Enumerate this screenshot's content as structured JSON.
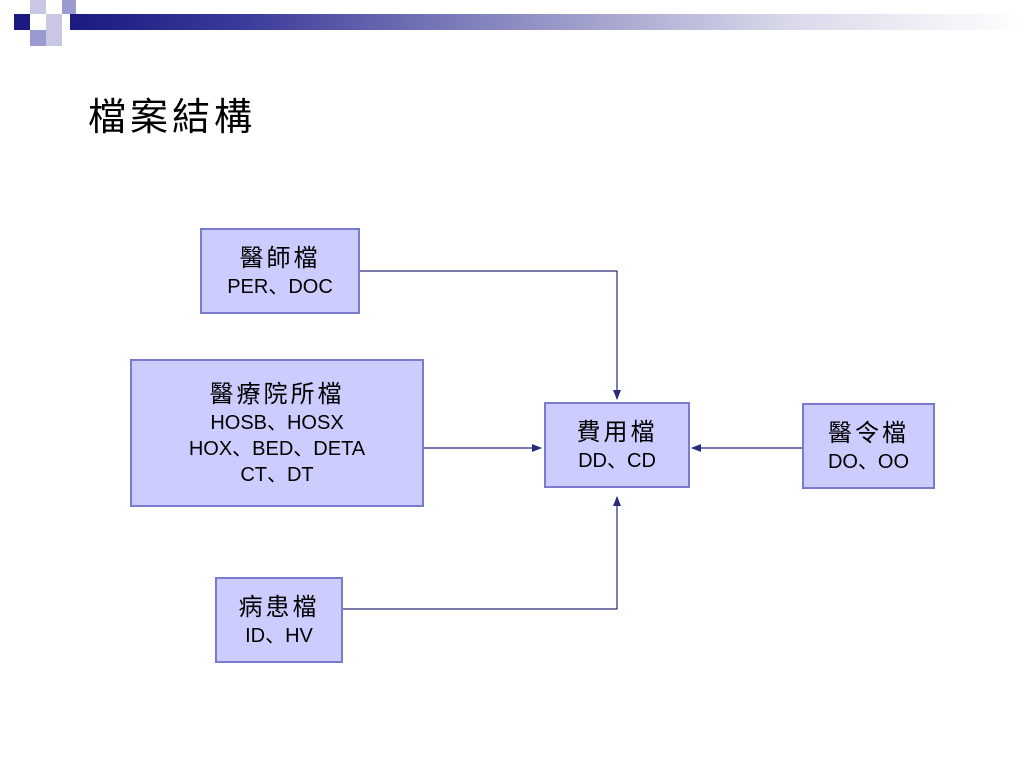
{
  "slide": {
    "title": "檔案結構"
  },
  "colors": {
    "node_fill": "#ccccff",
    "node_border": "#7a7ad0",
    "connector": "#2a2a7a",
    "header_dark": "#1a1a80"
  },
  "diagram": {
    "nodes": {
      "doctor": {
        "name": "醫師檔",
        "codes": [
          "PER、DOC"
        ]
      },
      "hospital": {
        "name": "醫療院所檔",
        "codes": [
          "HOSB、HOSX",
          "HOX、BED、DETA",
          "CT、DT"
        ]
      },
      "fee": {
        "name": "費用檔",
        "codes": [
          "DD、CD"
        ]
      },
      "order": {
        "name": "醫令檔",
        "codes": [
          "DO、OO"
        ]
      },
      "patient": {
        "name": "病患檔",
        "codes": [
          "ID、HV"
        ]
      }
    },
    "edges": [
      {
        "from": "doctor",
        "to": "fee"
      },
      {
        "from": "hospital",
        "to": "fee"
      },
      {
        "from": "order",
        "to": "fee"
      },
      {
        "from": "patient",
        "to": "fee"
      }
    ]
  }
}
